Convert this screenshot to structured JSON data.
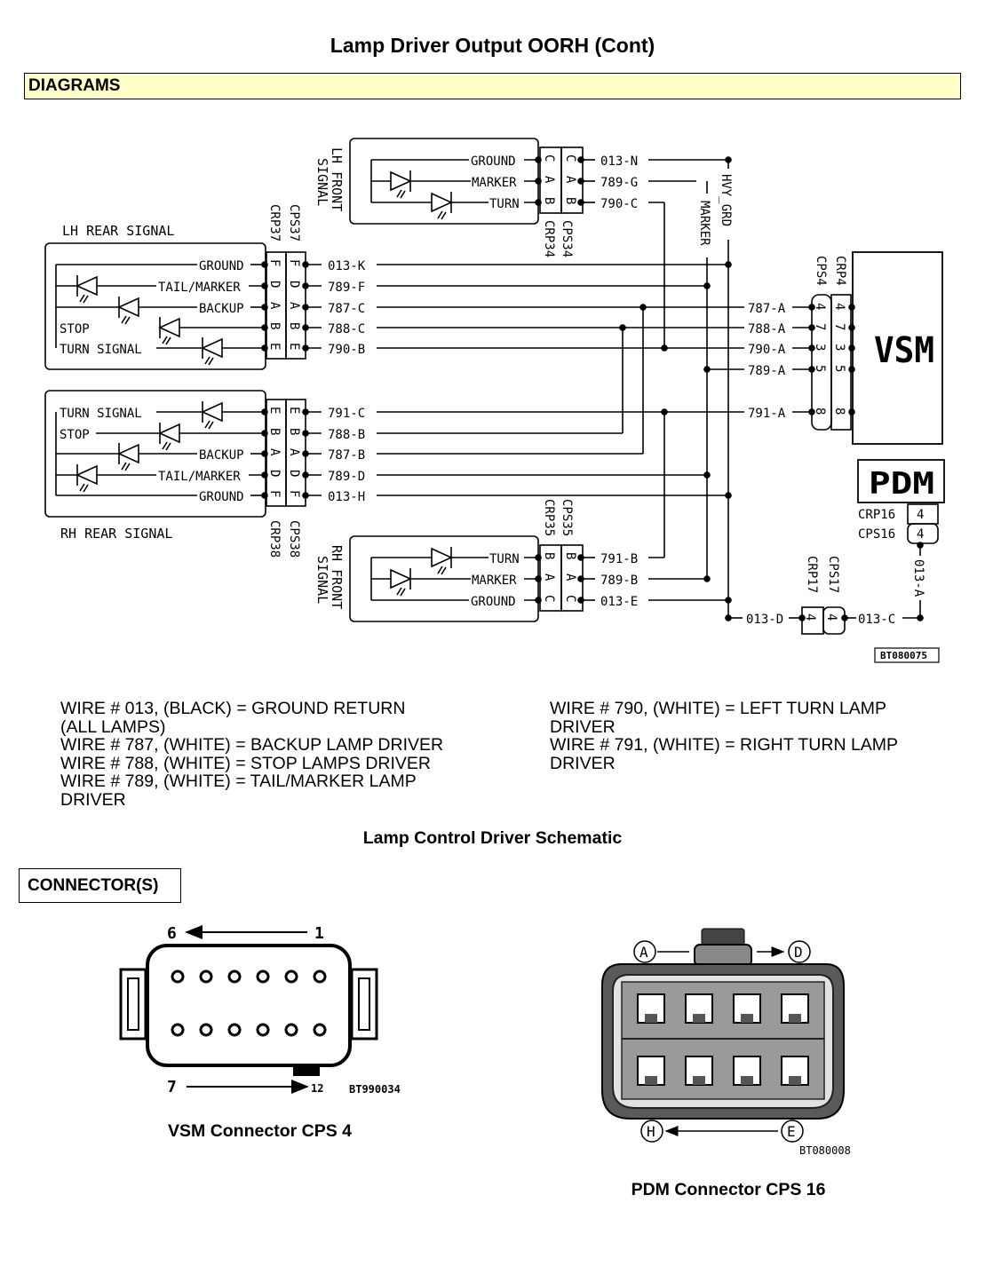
{
  "title": "Lamp Driver Output OORH (Cont)",
  "section_diagrams": "DIAGRAMS",
  "section_connectors": "CONNECTOR(S)",
  "schematic": {
    "figure_id": "BT080075",
    "lh_rear": {
      "title": "LH REAR SIGNAL",
      "lamp_labels": [
        "GROUND",
        "TAIL/MARKER",
        "BACKUP",
        "STOP",
        "TURN SIGNAL"
      ],
      "crp_name": "CRP37",
      "cps_name": "CPS37",
      "crp_pins": [
        "F",
        "D",
        "A",
        "B",
        "E"
      ],
      "cps_pins": [
        "F",
        "D",
        "A",
        "B",
        "E"
      ],
      "wires": [
        "013-K",
        "789-F",
        "787-C",
        "788-C",
        "790-B"
      ]
    },
    "rh_rear": {
      "title": "RH REAR SIGNAL",
      "lamp_labels": [
        "TURN SIGNAL",
        "STOP",
        "BACKUP",
        "TAIL/MARKER",
        "GROUND"
      ],
      "crp_name": "CRP38",
      "cps_name": "CPS38",
      "crp_pins": [
        "E",
        "B",
        "A",
        "D",
        "F"
      ],
      "cps_pins": [
        "E",
        "B",
        "A",
        "D",
        "F"
      ],
      "wires": [
        "791-C",
        "788-B",
        "787-B",
        "789-D",
        "013-H"
      ]
    },
    "lh_front": {
      "title_line1": "LH FRONT",
      "title_line2": "SIGNAL",
      "lamp_labels": [
        "GROUND",
        "MARKER",
        "TURN"
      ],
      "crp_name": "CRP34",
      "cps_name": "CPS34",
      "crp_pins": [
        "C",
        "A",
        "B"
      ],
      "cps_pins": [
        "C",
        "A",
        "B"
      ],
      "wires": [
        "013-N",
        "789-G",
        "790-C"
      ]
    },
    "rh_front": {
      "title_line1": "RH FRONT",
      "title_line2": "SIGNAL",
      "lamp_labels": [
        "TURN",
        "MARKER",
        "GROUND"
      ],
      "crp_name": "CRP35",
      "cps_name": "CPS35",
      "crp_pins": [
        "B",
        "A",
        "C"
      ],
      "cps_pins": [
        "B",
        "A",
        "C"
      ],
      "wires": [
        "791-B",
        "789-B",
        "013-E"
      ]
    },
    "vertical_labels": {
      "hvy_grd": "HVY_GRD",
      "marker": "MARKER"
    },
    "vsm": {
      "name": "VSM",
      "crp_name": "CRP4",
      "cps_name": "CPS4",
      "wires": [
        "787-A",
        "788-A",
        "790-A",
        "789-A",
        "791-A"
      ],
      "pins": [
        "4",
        "7",
        "3",
        "5",
        "8"
      ]
    },
    "pdm": {
      "name": "PDM",
      "crp_label": "CRP16",
      "cps_label": "CPS16",
      "crp_pin": "4",
      "cps_pin": "4",
      "wire": "013-A"
    },
    "cps17": {
      "crp_name": "CRP17",
      "cps_name": "CPS17",
      "crp_pin": "4",
      "cps_pin": "4",
      "wire_left": "013-D",
      "wire_right": "013-C"
    }
  },
  "wire_notes": {
    "left": [
      "WIRE # 013, (BLACK) = GROUND RETURN",
      "(ALL LAMPS)",
      "WIRE # 787, (WHITE) = BACKUP LAMP DRIVER",
      "WIRE # 788, (WHITE) = STOP LAMPS DRIVER",
      "WIRE # 789, (WHITE) = TAIL/MARKER LAMP",
      "DRIVER"
    ],
    "right": [
      "WIRE # 790, (WHITE) = LEFT TURN LAMP",
      "DRIVER",
      "WIRE # 791, (WHITE) = RIGHT TURN LAMP",
      "DRIVER"
    ]
  },
  "schematic_caption": "Lamp Control Driver Schematic",
  "vsm_connector": {
    "caption": "VSM Connector CPS 4",
    "pin_top_left": "6",
    "pin_top_right": "1",
    "pin_bottom_left": "7",
    "pin_bottom_right": "12",
    "figure_id": "BT990034"
  },
  "pdm_connector": {
    "caption": "PDM Connector CPS 16",
    "label_a": "A",
    "label_d": "D",
    "label_h": "H",
    "label_e": "E",
    "figure_id": "BT080008"
  }
}
